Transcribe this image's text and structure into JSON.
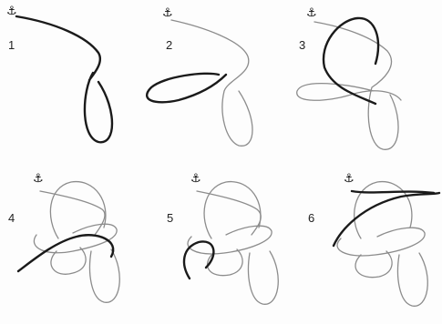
{
  "steps": [
    {
      "label": "1",
      "anchor": "⚓"
    },
    {
      "label": "2",
      "anchor": "⚓"
    },
    {
      "label": "3",
      "anchor": "⚓"
    },
    {
      "label": "4",
      "anchor": "⚓"
    },
    {
      "label": "5",
      "anchor": "⚓"
    },
    {
      "label": "6",
      "anchor": "⚓"
    }
  ],
  "colors": {
    "dark_rope": "#1a1a1a",
    "light_rope": "#8c8c8c"
  }
}
